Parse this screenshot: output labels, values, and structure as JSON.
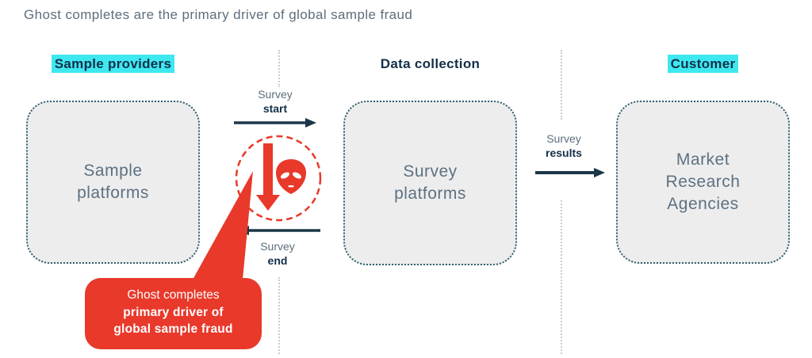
{
  "title": "Ghost completes are the primary driver of global sample fraud",
  "sections": {
    "sample_providers": {
      "header": "Sample providers",
      "box": "Sample\nplatforms"
    },
    "data_collection": {
      "header": "Data collection",
      "box": "Survey\nplatforms"
    },
    "customer": {
      "header": "Customer",
      "box": "Market\nResearch\nAgencies"
    }
  },
  "flows": {
    "survey_start": {
      "word1": "Survey",
      "word2": "start"
    },
    "survey_end": {
      "word1": "Survey",
      "word2": "end"
    },
    "survey_results": {
      "word1": "Survey",
      "word2": "results"
    }
  },
  "callout": {
    "line1": "Ghost completes",
    "line2": "primary driver of",
    "line3": "global sample fraud"
  },
  "icons": {
    "ghost": "alien-icon",
    "fraud_marker": "red-dashed-circle",
    "fraud_flow": "down-arrow-icon"
  },
  "colors": {
    "accent_red": "#e8392a",
    "highlight_cyan": "#3ee8f0",
    "navy": "#16324a",
    "slate_text": "#5c6f7e",
    "box_fill": "#ededee",
    "box_border": "#2d5f6e",
    "separator": "#c7ccd0"
  }
}
